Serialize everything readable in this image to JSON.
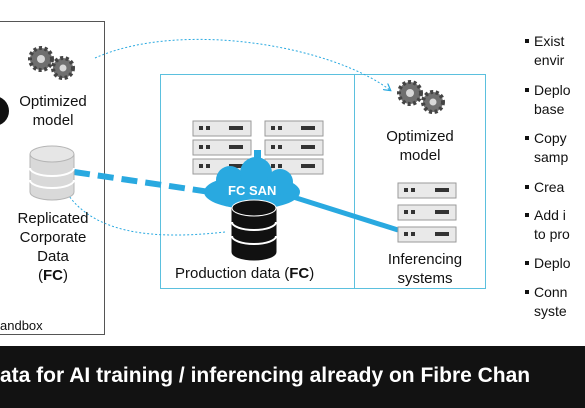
{
  "sandbox": {
    "label": "andbox",
    "optimized_model": "Optimized model",
    "replicated_data_line1": "Replicated",
    "replicated_data_line2": "Corporate",
    "replicated_data_line3": "Data",
    "replicated_data_paren_open": "(",
    "replicated_data_fc": "FC",
    "replicated_data_paren_close": ")"
  },
  "center": {
    "san_label": "FC SAN",
    "production_prefix": "Production data (",
    "production_fc": "FC",
    "production_suffix": ")"
  },
  "right_box": {
    "optimized_model": "Optimized model",
    "inferencing": "Inferencing systems"
  },
  "bullets": [
    "Exist",
    "envir",
    "Deplo",
    "base",
    "Copy",
    "samp",
    "Crea",
    "Add i",
    "to pro",
    "Deplo",
    "Conn",
    "syste"
  ],
  "banner": {
    "text": "ata for AI training / inferencing already on Fibre Chan"
  },
  "colors": {
    "accent": "#29a9e0",
    "box_border": "#5bc0de",
    "banner_bg": "#121212"
  }
}
